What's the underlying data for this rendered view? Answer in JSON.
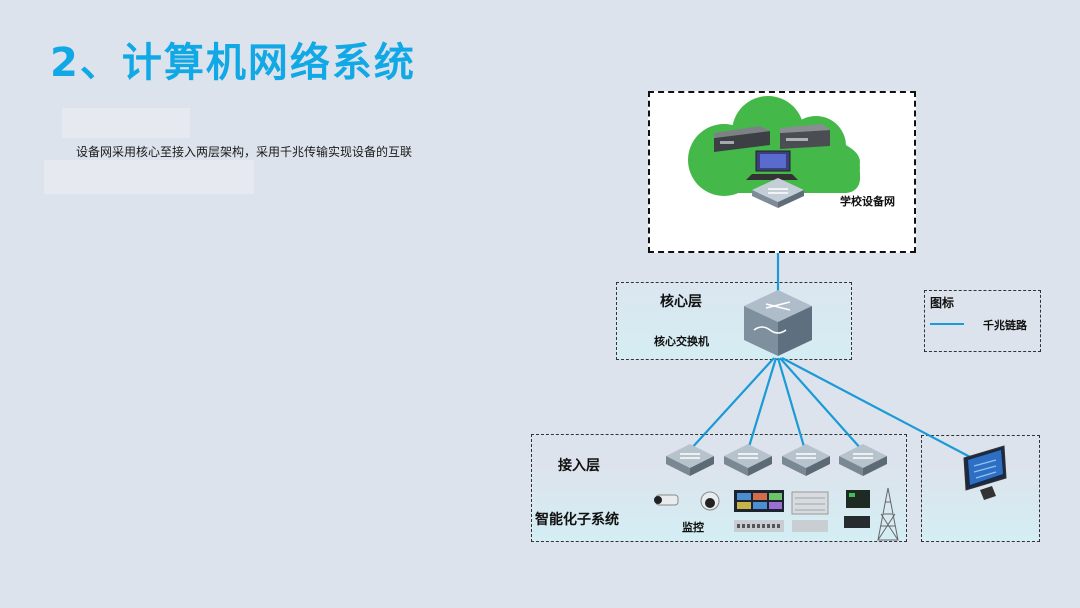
{
  "title": "2、计算机网络系统",
  "description": "设备网采用核心至接入两层架构，采用千兆传输实现设备的互联",
  "cloud": {
    "label": "学校设备网"
  },
  "core": {
    "layer_label": "核心层",
    "switch_label": "核心交换机"
  },
  "legend": {
    "title": "图标",
    "item_label": "千兆链路"
  },
  "access": {
    "layer_label": "接入层",
    "system_label": "智能化子系统",
    "monitor_label": "监控"
  },
  "colors": {
    "title": "#11a8e6",
    "link": "#1a9ad6",
    "cloud": "#44b949"
  }
}
